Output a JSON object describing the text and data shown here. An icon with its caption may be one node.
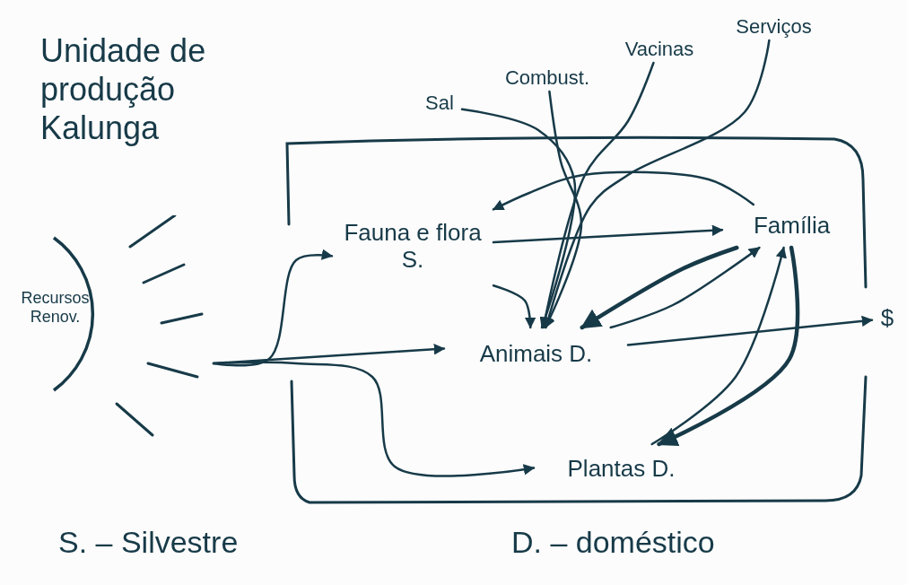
{
  "diagram": {
    "title": "Unidade de produção Kalunga",
    "nodes": [
      {
        "text": [
          "Recursos Renov."
        ]
      },
      {
        "text": [
          "Fauna e flora S."
        ]
      },
      {
        "text": [
          "Família"
        ]
      },
      {
        "text": [
          "Animais D."
        ]
      },
      {
        "text": [
          "Plantas D."
        ]
      },
      {
        "text": [
          "$"
        ]
      },
      {
        "text": [
          "Sal"
        ]
      },
      {
        "text": [
          "Combust."
        ]
      },
      {
        "text": [
          "Vacinas"
        ]
      },
      {
        "text": [
          "Serviços"
        ]
      }
    ],
    "edges": [
      {
        "from": 0,
        "to": 1,
        "arrow": "to"
      },
      {
        "from": 0,
        "to": 3,
        "arrow": "to"
      },
      {
        "from": 0,
        "to": 4,
        "arrow": "to"
      },
      {
        "from": 1,
        "to": 2,
        "arrow": "to"
      },
      {
        "from": 1,
        "to": 3,
        "arrow": "to"
      },
      {
        "from": 6,
        "to": 3,
        "arrow": "to"
      },
      {
        "from": 7,
        "to": 3,
        "arrow": "to"
      },
      {
        "from": 8,
        "to": 3,
        "arrow": "to"
      },
      {
        "from": 9,
        "to": 3,
        "arrow": "to"
      },
      {
        "from": 2,
        "to": 1,
        "arrow": "to"
      },
      {
        "from": 2,
        "to": 3,
        "arrow": "to",
        "style": "thick"
      },
      {
        "from": 3,
        "to": 2,
        "arrow": "to"
      },
      {
        "from": 4,
        "to": 2,
        "arrow": "to"
      },
      {
        "from": 2,
        "to": 4,
        "arrow": "to",
        "style": "thick"
      },
      {
        "from": 3,
        "to": 5,
        "arrow": "to"
      }
    ],
    "labels": [
      "S. – Silvestre",
      "D. – doméstico"
    ]
  }
}
